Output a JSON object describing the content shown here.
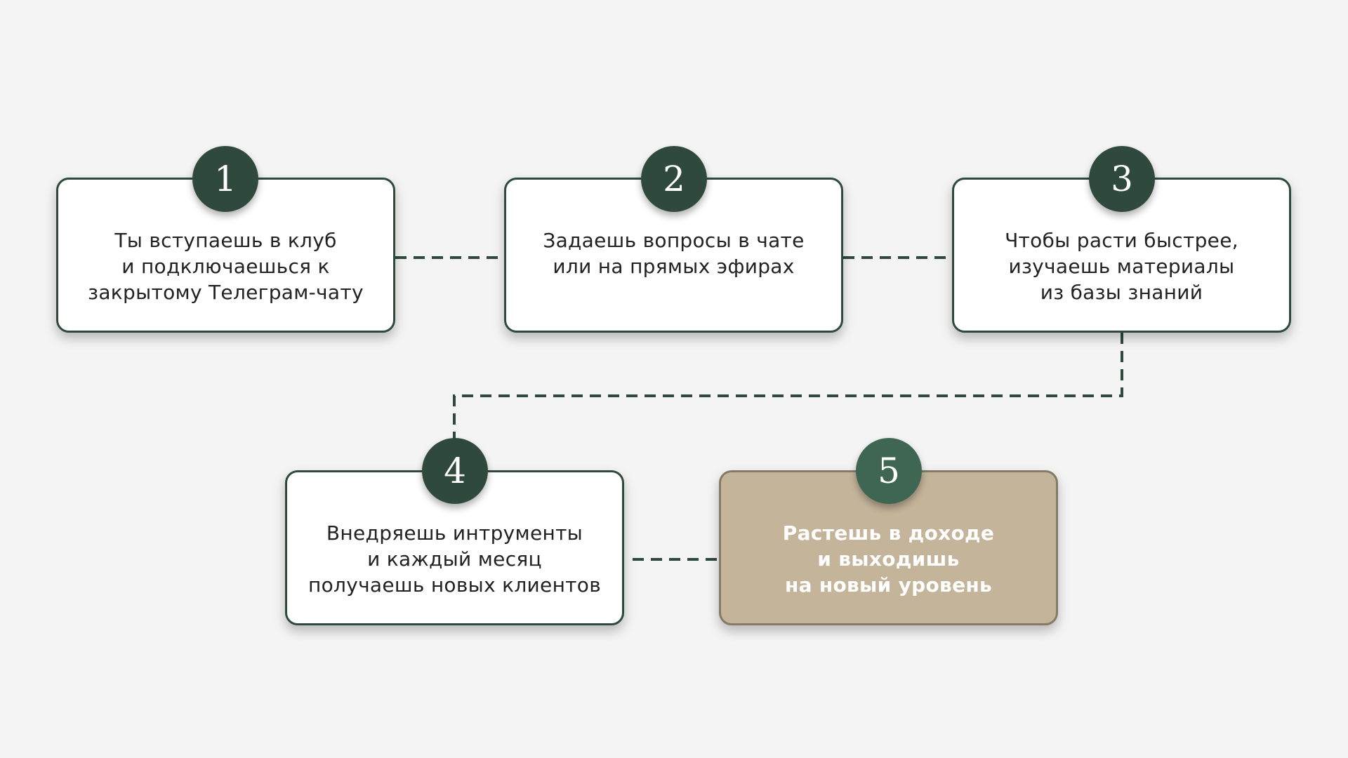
{
  "steps": [
    {
      "number": "1",
      "text": "Ты вступаешь в клуб\nи подключаешься к\nзакрытому Телеграм-чату"
    },
    {
      "number": "2",
      "text": "Задаешь вопросы в чате\nили на прямых эфирах"
    },
    {
      "number": "3",
      "text": "Чтобы расти быстрее,\nизучаешь материалы\nиз базы знаний"
    },
    {
      "number": "4",
      "text": "Внедряешь интрументы\nи каждый месяц\nполучаешь новых клиентов"
    },
    {
      "number": "5",
      "text": "Растешь в доходе\nи выходишь\nна новый уровень"
    }
  ],
  "colors": {
    "accent": "#2f4a3c",
    "final_bg": "#c4b49a",
    "background": "#f4f4f4"
  }
}
